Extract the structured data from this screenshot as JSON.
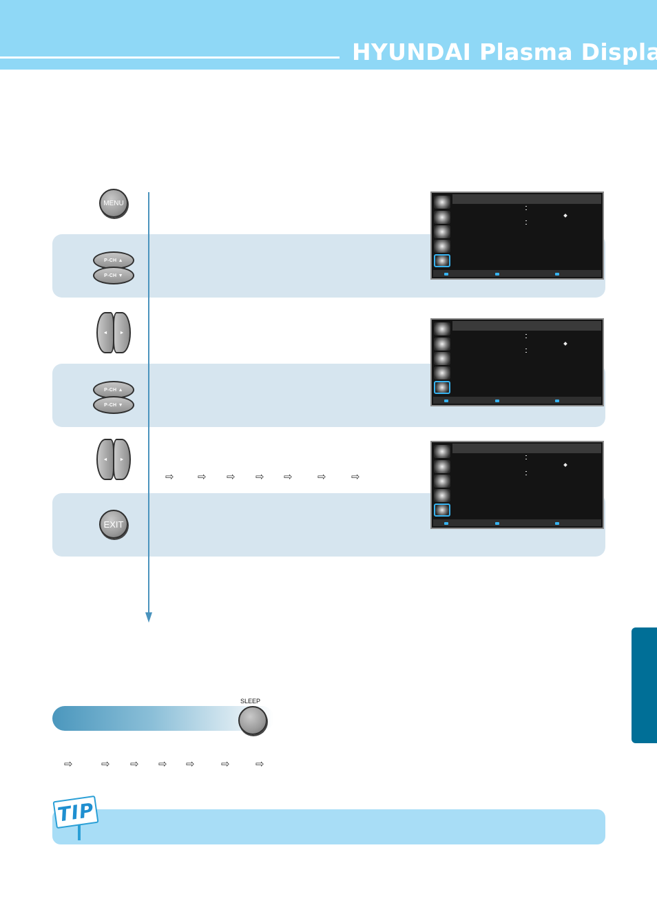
{
  "header": {
    "title": "HYUNDAI Plasma Display"
  },
  "buttons": {
    "menu": "MENU",
    "pch_up": "P-CH ▲",
    "pch_down": "P-CH ▼",
    "left": "◄",
    "right": "►",
    "exit": "EXIT",
    "sleep": "SLEEP"
  },
  "glyphs": {
    "step_arrow": "⇨"
  },
  "icons": {
    "tip_sign": "TIP"
  },
  "colors": {
    "header": "#8fd8f6",
    "band": "#d6e5ef",
    "flow_line": "#4a93bd",
    "side_tab": "#006f97",
    "tip_bar": "#a8ddf6",
    "osd_highlight": "#37b2ef"
  }
}
